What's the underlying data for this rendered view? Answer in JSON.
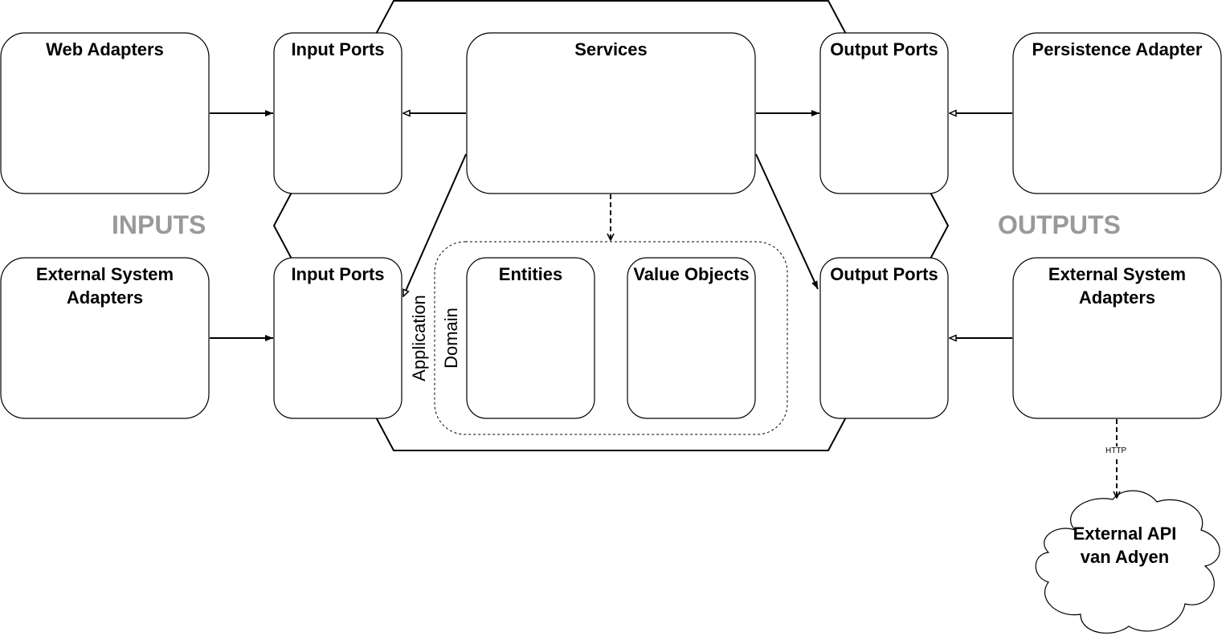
{
  "diagram": {
    "type": "hexagonal-architecture",
    "regions": {
      "inputs": "INPUTS",
      "outputs": "OUTPUTS",
      "application": "Application",
      "domain": "Domain"
    },
    "nodes": {
      "web_adapters": "Web Adapters",
      "input_ports_top": "Input Ports",
      "services": "Services",
      "output_ports_top": "Output Ports",
      "persistence_adapter": "Persistence Adapter",
      "external_system_adapters_in": "External System Adapters",
      "input_ports_bottom": "Input Ports",
      "entities": "Entities",
      "value_objects": "Value Objects",
      "output_ports_bottom": "Output Ports",
      "external_system_adapters_out": "External System Adapters",
      "external_api_line1": "External API",
      "external_api_line2": "van Adyen"
    },
    "edges": [
      {
        "from": "Web Adapters",
        "to": "Input Ports (top)",
        "style": "solid",
        "head": "filled"
      },
      {
        "from": "Services",
        "to": "Input Ports (top)",
        "style": "solid",
        "head": "open"
      },
      {
        "from": "Services",
        "to": "Output Ports (top)",
        "style": "solid",
        "head": "filled"
      },
      {
        "from": "Persistence Adapter",
        "to": "Output Ports (top)",
        "style": "solid",
        "head": "open"
      },
      {
        "from": "External System Adapters (in)",
        "to": "Input Ports (bottom)",
        "style": "solid",
        "head": "filled"
      },
      {
        "from": "Services",
        "to": "Input Ports (bottom)",
        "style": "solid",
        "head": "open"
      },
      {
        "from": "Services",
        "to": "Output Ports (bottom)",
        "style": "solid",
        "head": "filled"
      },
      {
        "from": "External System Adapters (out)",
        "to": "Output Ports (bottom)",
        "style": "solid",
        "head": "open"
      },
      {
        "from": "Services",
        "to": "Domain",
        "style": "dashed",
        "head": "open"
      },
      {
        "from": "External System Adapters (out)",
        "to": "External API van Adyen",
        "style": "dashed",
        "head": "open",
        "label": "HTTP"
      }
    ],
    "edge_labels": {
      "http": "HTTP"
    },
    "colors": {
      "stroke": "#000000",
      "region_label": "#999999",
      "background": "#ffffff"
    }
  }
}
